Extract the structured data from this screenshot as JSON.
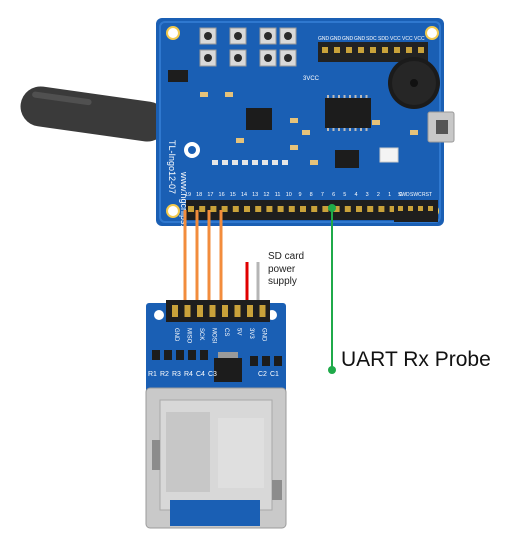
{
  "main_board": {
    "silkscreen_url": "www.ngchips.com",
    "model_text": "TL-Ingo12-07",
    "pin_numbers": [
      "19",
      "18",
      "17",
      "16",
      "15",
      "14",
      "13",
      "12",
      "11",
      "10",
      "9",
      "8",
      "7",
      "6",
      "5",
      "4",
      "3",
      "2",
      "1",
      "0"
    ],
    "header_labels": [
      "GND",
      "GND",
      "GND",
      "GND",
      "SDC",
      "SDD",
      "VCC",
      "VCC",
      "VCC"
    ],
    "bottom_right_labels": [
      "SWD",
      "SWC",
      "RST"
    ],
    "vcc_label": "3VCC"
  },
  "sd_module": {
    "pin_labels": [
      "GND",
      "MISO",
      "SCK",
      "MOSI",
      "CS",
      "5V",
      "3V3",
      "GND"
    ],
    "component_labels": [
      "R1",
      "R2",
      "R3",
      "R4",
      "C4",
      "C3",
      "C2",
      "C1"
    ]
  },
  "annotations": {
    "sd_power_lines": [
      "SD card",
      "power",
      "supply"
    ],
    "uart_probe": "UART Rx Probe"
  },
  "colors": {
    "board_blue": "#1a5fb4",
    "wire_orange": "#f28c3c",
    "wire_red": "#e00000",
    "wire_gray": "#b5b5b5",
    "wire_green": "#1faa4a"
  }
}
